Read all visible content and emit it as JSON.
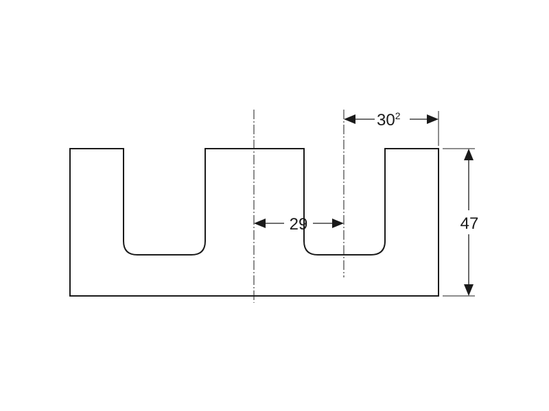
{
  "dimensions": {
    "center_spacing": {
      "value": "29"
    },
    "offset_to_edge": {
      "value": "30",
      "superscript": "2"
    },
    "height": {
      "value": "47"
    }
  },
  "colors": {
    "line": "#1a1a1a",
    "background": "#ffffff"
  }
}
